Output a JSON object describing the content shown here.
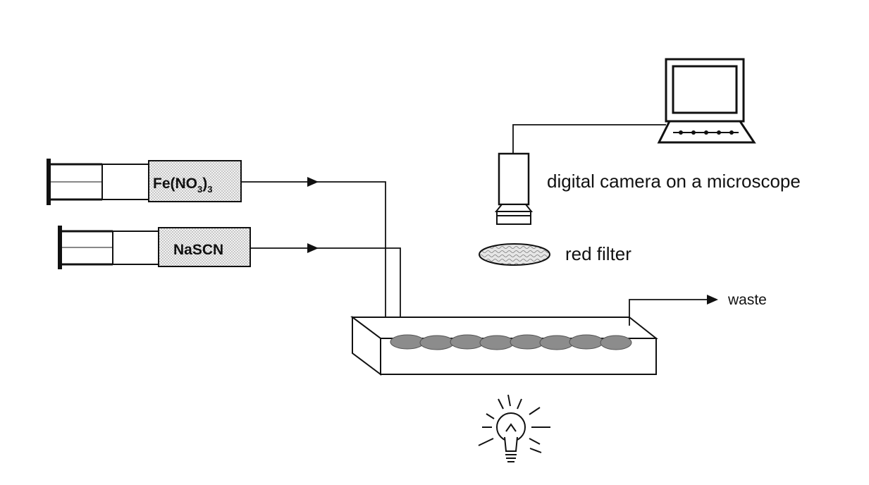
{
  "labels": {
    "reagent1": "Fe(NO",
    "reagent1_sub": "3",
    "reagent1_close": ")",
    "reagent1_sub2": "3",
    "reagent2": "NaSCN",
    "camera": "digital camera on a microscope",
    "filter": "red filter",
    "waste": "waste"
  },
  "icons": {
    "syringe": "syringe-icon",
    "computer": "computer-icon",
    "camera": "camera-icon",
    "filter": "filter-icon",
    "lamp": "light-bulb-icon",
    "arrow": "arrow-icon"
  }
}
